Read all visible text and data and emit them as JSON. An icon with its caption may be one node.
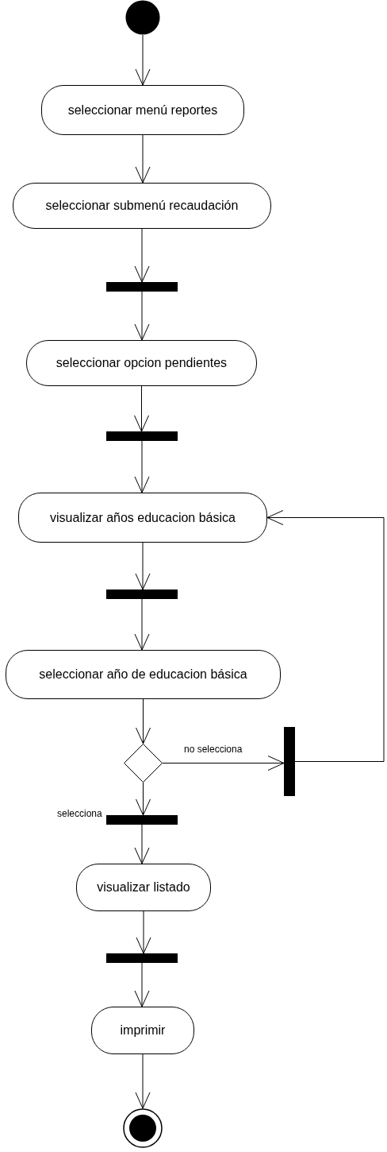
{
  "diagram": {
    "nodes": [
      {
        "text": [],
        "shape": "circle"
      },
      {
        "text": [
          "seleccionar menú reportes"
        ]
      },
      {
        "text": [
          "seleccionar submenú recaudación"
        ]
      },
      {
        "text": [],
        "shape": "bar"
      },
      {
        "text": [
          "seleccionar opcion pendientes"
        ]
      },
      {
        "text": [],
        "shape": "bar"
      },
      {
        "text": [
          "visualizar años educacion básica"
        ]
      },
      {
        "text": [],
        "shape": "bar"
      },
      {
        "text": [
          "seleccionar año de educacion básica"
        ]
      },
      {
        "text": [],
        "shape": "diamond"
      },
      {
        "text": [],
        "shape": "bar"
      },
      {
        "text": [],
        "shape": "bar"
      },
      {
        "text": [
          "visualizar listado"
        ]
      },
      {
        "text": [],
        "shape": "bar"
      },
      {
        "text": [
          "imprimir"
        ]
      },
      {
        "text": [],
        "shape": "circle"
      }
    ],
    "edges": [
      {
        "from": 0,
        "to": 1,
        "arrow": "to"
      },
      {
        "from": 1,
        "to": 2,
        "arrow": "to"
      },
      {
        "from": 2,
        "to": 3,
        "arrow": "to"
      },
      {
        "from": 3,
        "to": 4,
        "arrow": "to"
      },
      {
        "from": 4,
        "to": 5,
        "arrow": "to"
      },
      {
        "from": 5,
        "to": 6,
        "arrow": "to"
      },
      {
        "from": 6,
        "to": 7,
        "arrow": "to"
      },
      {
        "from": 7,
        "to": 8,
        "arrow": "to"
      },
      {
        "from": 8,
        "to": 9,
        "arrow": "to"
      },
      {
        "from": 9,
        "to": 10,
        "arrow": "to",
        "label": "no selecciona"
      },
      {
        "from": 10,
        "to": 6,
        "arrow": "to"
      },
      {
        "from": 9,
        "to": 11,
        "arrow": "to",
        "label": "selecciona"
      },
      {
        "from": 11,
        "to": 12,
        "arrow": "to"
      },
      {
        "from": 12,
        "to": 13,
        "arrow": "to"
      },
      {
        "from": 13,
        "to": 14,
        "arrow": "to"
      },
      {
        "from": 14,
        "to": 15,
        "arrow": "to"
      }
    ]
  }
}
